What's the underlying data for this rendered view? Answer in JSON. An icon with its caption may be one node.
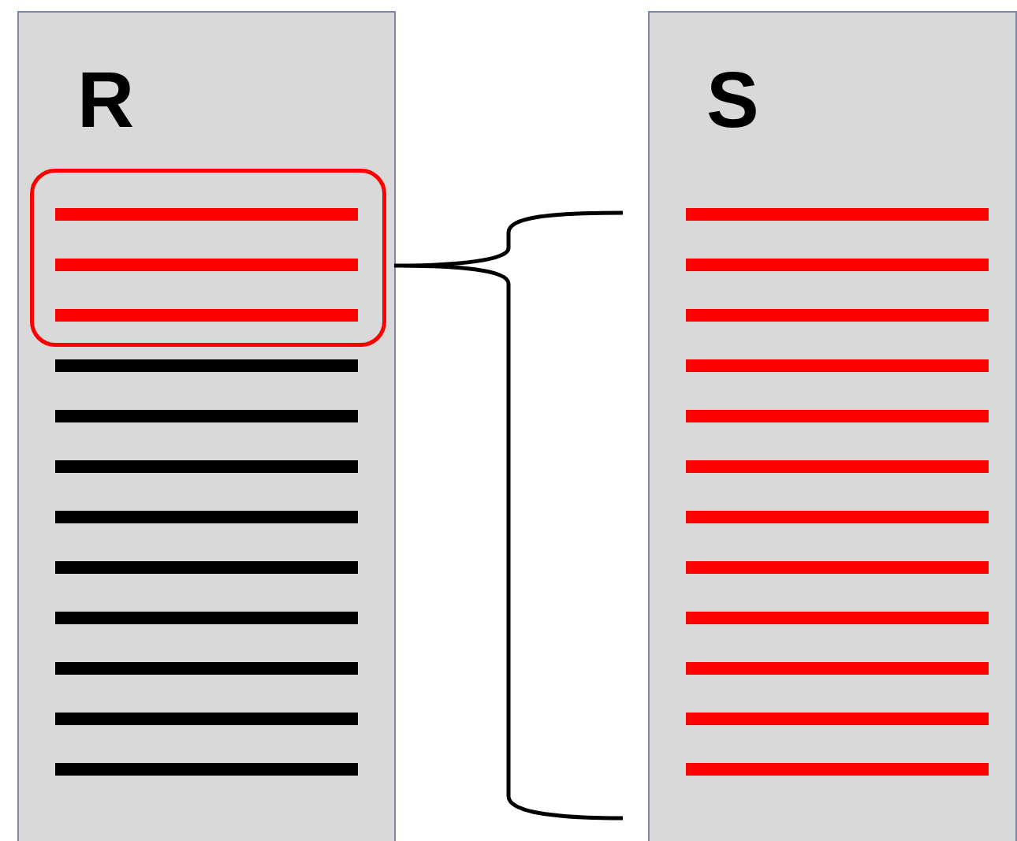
{
  "diagram": {
    "nodes": [
      {
        "text": [
          "R"
        ]
      },
      {
        "text": [
          "S"
        ]
      },
      {
        "text": [],
        "shape": "box",
        "in": 0
      }
    ]
  }
}
